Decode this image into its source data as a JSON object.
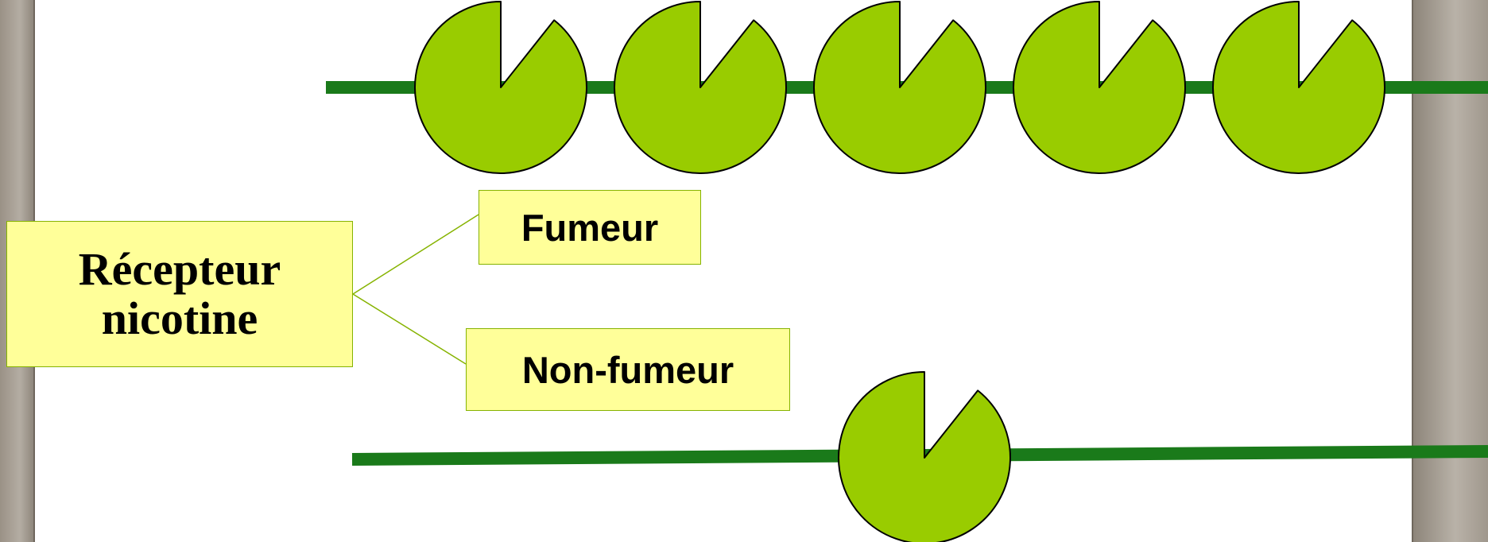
{
  "diagram": {
    "receptor_label": "Récepteur\nnicotine",
    "smoker_label": "Fumeur",
    "non_smoker_label": "Non-fumeur",
    "smoker_receptor_count": 5,
    "non_smoker_receptor_count": 1,
    "colors": {
      "membrane": "#1a7a1a",
      "receptor_fill": "#99cc00",
      "receptor_outline": "#000000",
      "label_fill": "#ffff99",
      "label_border": "#86b300",
      "connector": "#86b300"
    }
  }
}
